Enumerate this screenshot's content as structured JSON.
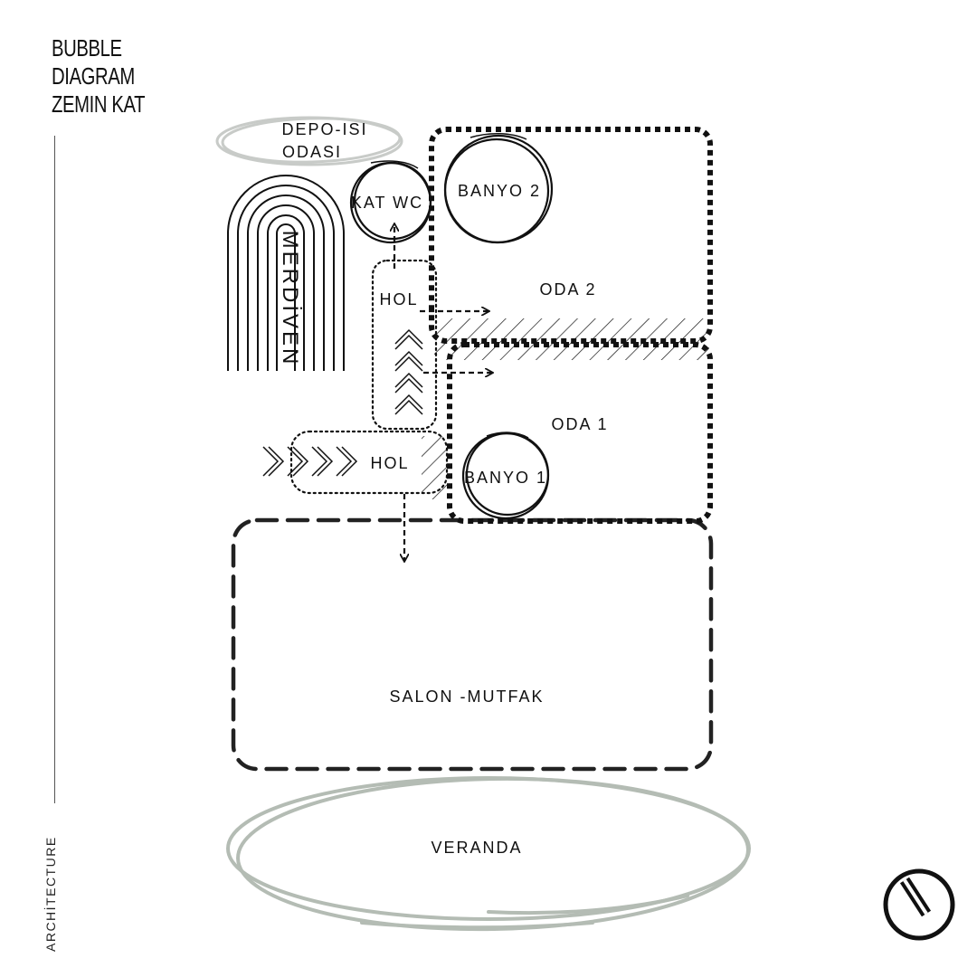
{
  "header": {
    "title_lines": [
      "BUBBLE",
      "DIAGRAM",
      "ZEMIN KAT"
    ]
  },
  "sidebar": {
    "label": "ARCHİTECTURE"
  },
  "diagram": {
    "spaces": {
      "depo_line1": "DEPO-ISI",
      "depo_line2": "ODASI",
      "kat_wc": "KAT WC",
      "banyo2": "BANYO 2",
      "oda2": "ODA 2",
      "merdiven": "MERDİVEN",
      "hol_upper": "HOL",
      "oda1": "ODA 1",
      "hol_lower": "HOL",
      "banyo1": "BANYO 1",
      "salon_mutfak": "SALON -MUTFAK",
      "veranda": "VERANDA"
    }
  },
  "colors": {
    "ink": "#111111",
    "veranda_stroke": "#b4bcb4",
    "depo_stroke": "#c8cbc8"
  },
  "icons": {
    "logo": "circle-slash-logo-icon"
  }
}
